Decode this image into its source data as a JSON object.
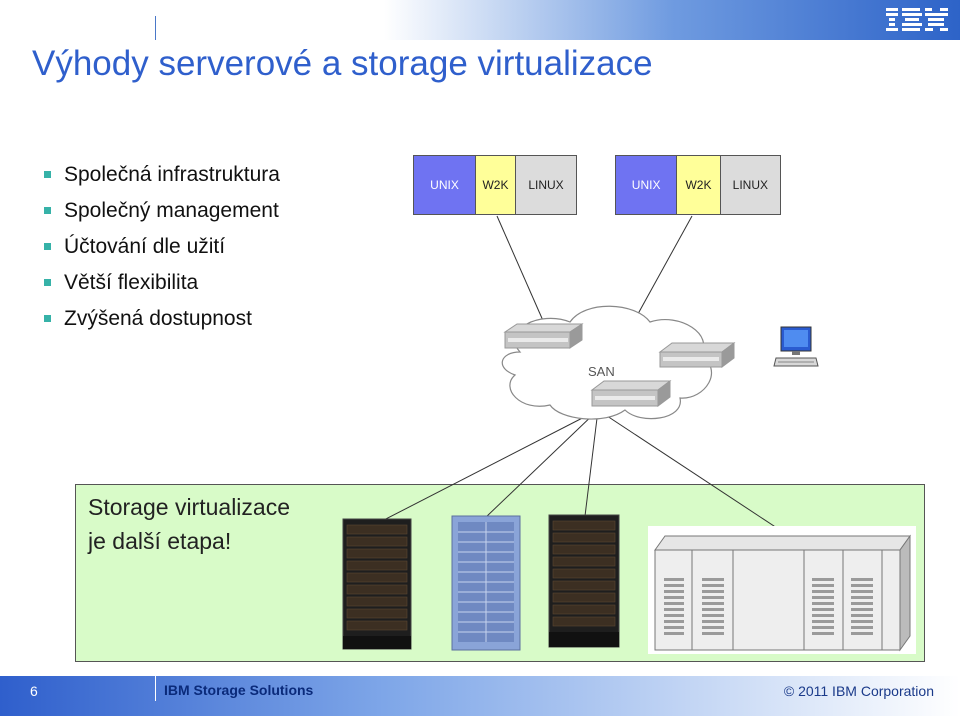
{
  "title": "Výhody serverové a storage virtualizace",
  "bullets": [
    "Společná infrastruktura",
    "Společný management",
    "Účtování dle užití",
    "Větší flexibilita",
    "Zvýšená dostupnost"
  ],
  "server_groups": [
    {
      "os": [
        "UNIX",
        "W2K",
        "LINUX"
      ]
    },
    {
      "os": [
        "UNIX",
        "W2K",
        "LINUX"
      ]
    }
  ],
  "cloud_label": "SAN",
  "storage_box": {
    "line1": "Storage virtualizace",
    "line2": "je další etapa!"
  },
  "footer": {
    "page": "6",
    "left": "IBM Storage Solutions",
    "right": "© 2011 IBM Corporation"
  },
  "colors": {
    "accent": "#2f5fcc",
    "bullet": "#36b2a8",
    "unix": "#6f73f2",
    "w2k": "#ffff99",
    "linux": "#dcdcdc",
    "storage_bg": "#d8fbc8"
  },
  "icons": [
    "ibm-logo",
    "computer-icon",
    "switch-icon",
    "rack-icon",
    "storage-array-icon"
  ]
}
